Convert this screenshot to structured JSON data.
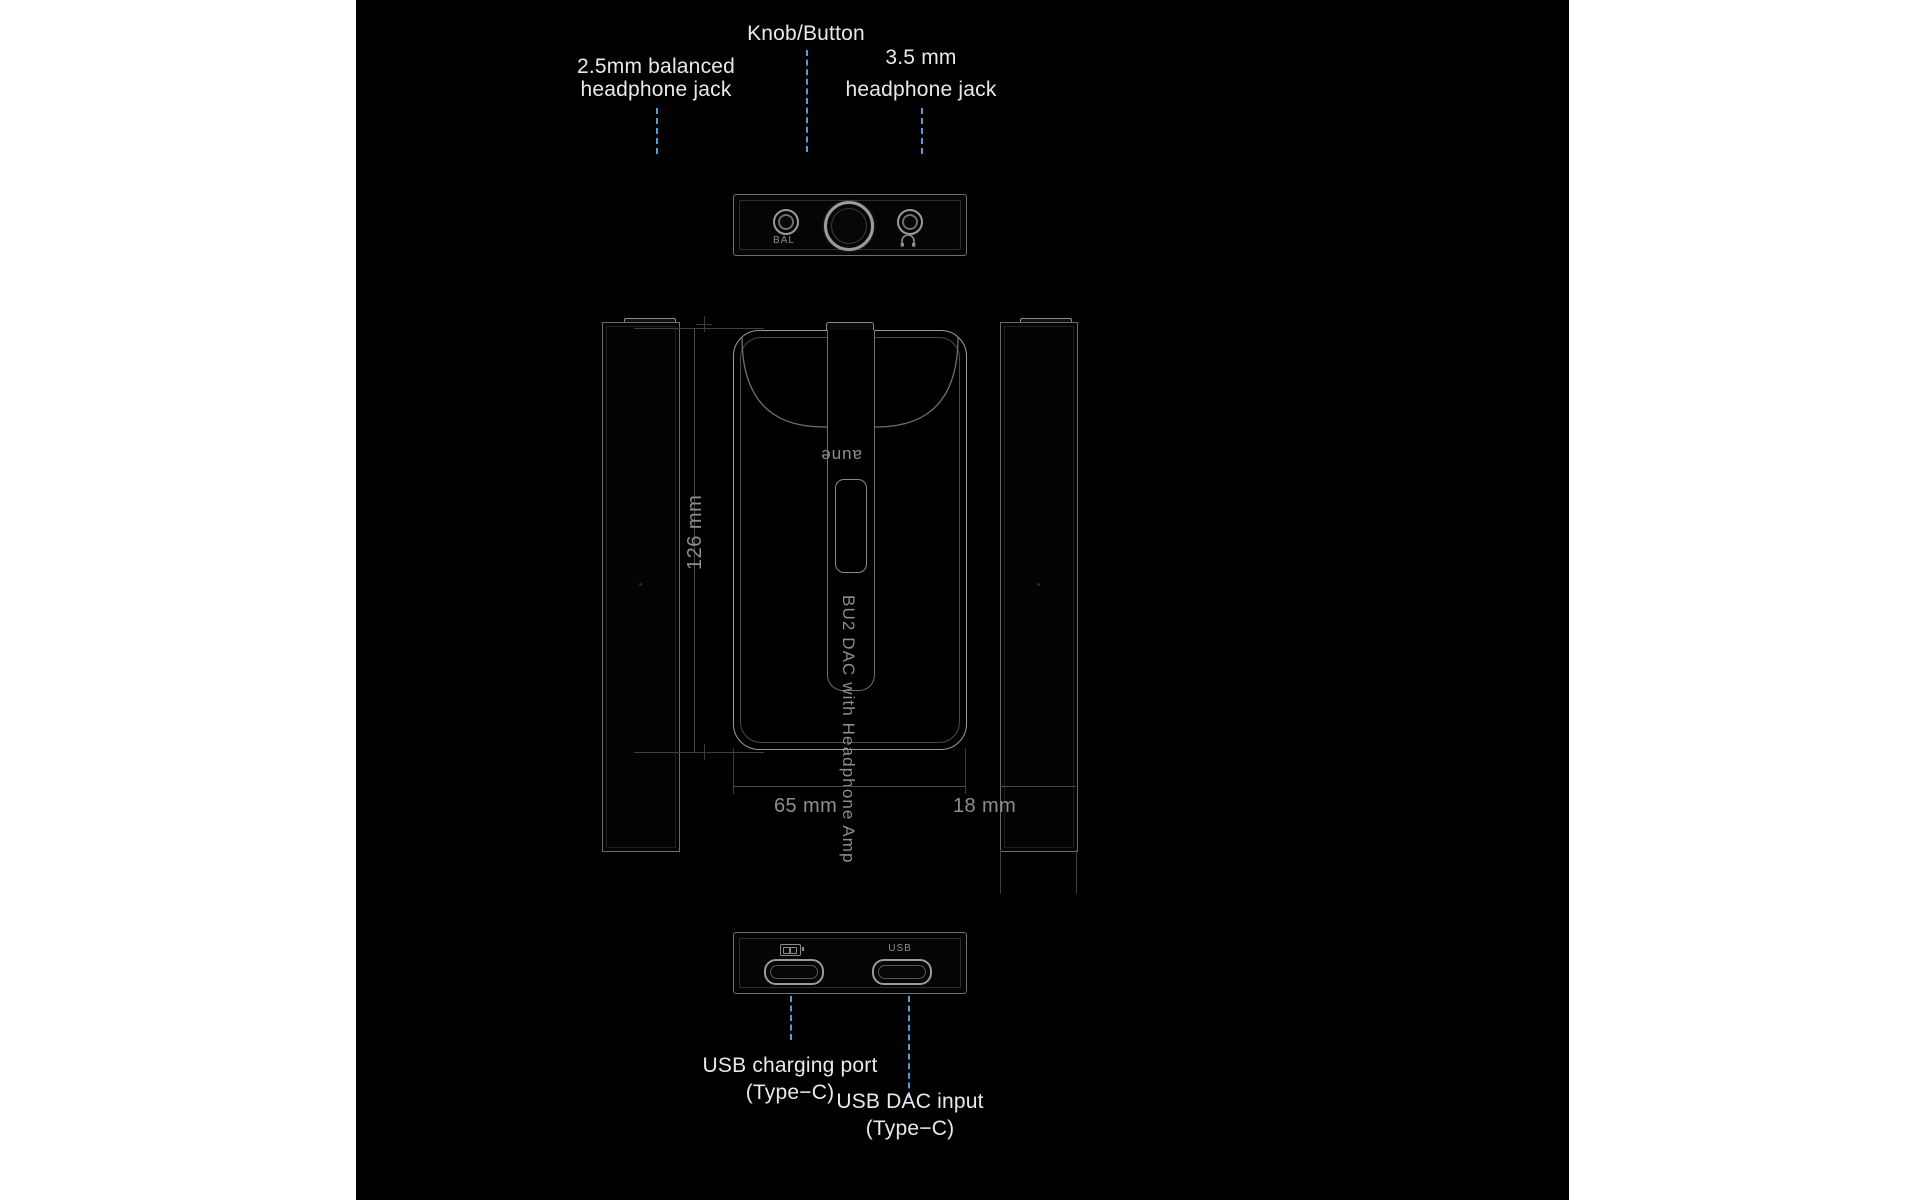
{
  "page": {
    "background": "#ffffff",
    "canvas_background": "#000000",
    "accent_leader_color": "#4c9ed6",
    "line_color": "#9b9b9b",
    "dim_text_color": "#8e8e8e",
    "label_text_color": "#e9e9e9"
  },
  "callouts": {
    "knob": "Knob/Button",
    "balanced_jack_line1": "2.5mm balanced",
    "balanced_jack_line2": "headphone jack",
    "single_jack_line1": "3.5 mm",
    "single_jack_line2": "headphone jack",
    "charging_line1": "USB charging port",
    "charging_line2": "(Type−C)",
    "dac_line1": "USB DAC input",
    "dac_line2": "(Type−C)"
  },
  "dimensions": {
    "height": "126 mm",
    "width": "65 mm",
    "depth": "18 mm"
  },
  "device": {
    "brand": "aune",
    "model_text": "BU2 DAC with Headphone Amp",
    "top_panel": {
      "balanced_port_label": "BAL",
      "headphone_port_label": "●",
      "knob_label": ""
    },
    "bottom_panel": {
      "charge_port_label": "battery-icon",
      "data_port_label": "USB"
    }
  },
  "icons": {
    "headphone": "headphone-icon",
    "battery": "battery-icon"
  }
}
